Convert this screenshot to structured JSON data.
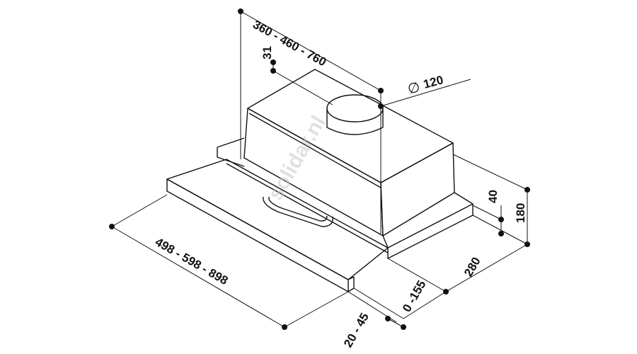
{
  "diagram": {
    "dimensions": {
      "width_options": "360 - 460 - 760",
      "top_offset": "31",
      "duct_diameter": "120",
      "visor_width": "498 - 598 - 898",
      "visor_depth": "20 - 45",
      "slide_extension": "0 -155",
      "depth": "280",
      "base_height": "40",
      "total_height": "180"
    },
    "diameter_symbol": "∅",
    "watermark": "solidar.nl"
  }
}
